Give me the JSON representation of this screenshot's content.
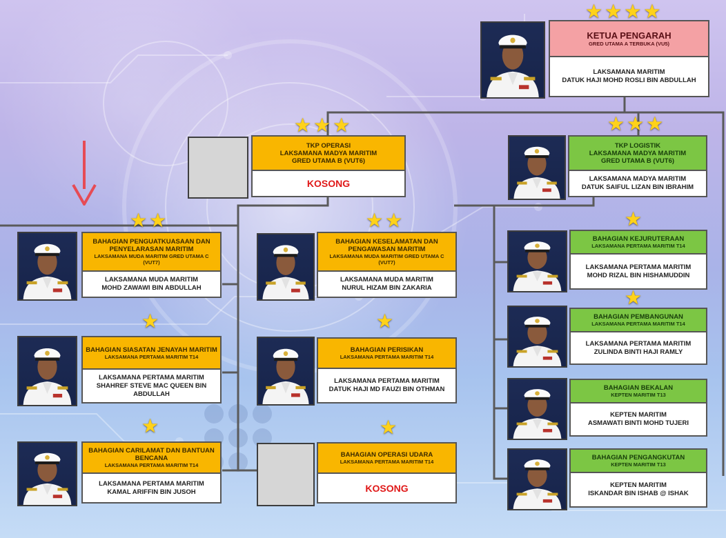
{
  "colors": {
    "gold": "#f9b600",
    "green": "#7cc644",
    "pink": "#f4a1a4",
    "kosong": "#e01818",
    "star": "#ffd21a",
    "arrow": "#e64b55"
  },
  "director": {
    "title": "KETUA  PENGARAH",
    "grade": "GRED UTAMA A TERBUKA (VU5)",
    "rank": "LAKSAMANA MARITIM",
    "name": "DATUK HAJI MOHD ROSLI BIN ABDULLAH",
    "stars": 4
  },
  "ops": {
    "title": "TKP OPERASI",
    "rank_line": "LAKSAMANA MADYA MARITIM",
    "grade": "GRED UTAMA B (VUT6)",
    "status": "KOSONG",
    "stars": 3
  },
  "logistics": {
    "title": "TKP LOGISTIK",
    "rank_line": "LAKSAMANA MADYA MARITIM",
    "grade": "GRED UTAMA B (VUT6)",
    "rank": "LAKSAMANA MADYA MARITIM",
    "name": "DATUK SAIFUL LIZAN BIN IBRAHIM",
    "stars": 3
  },
  "left_col": [
    {
      "title": "BAHAGIAN PENGUATKUASAAN DAN PENYELARASAN MARITIM",
      "grade": "LAKSAMANA MUDA MARITIM GRED UTAMA C (VUT7)",
      "rank": "LAKSAMANA MUDA MARITIM",
      "name": "MOHD ZAWAWI BIN ABDULLAH",
      "stars": 2
    },
    {
      "title": "BAHAGIAN SIASATAN JENAYAH MARITIM",
      "grade": "LAKSAMANA PERTAMA MARITIM T14",
      "rank": "LAKSAMANA PERTAMA MARITIM",
      "name": "SHAHREF STEVE MAC QUEEN BIN ABDULLAH",
      "stars": 1
    },
    {
      "title": "BAHAGIAN CARILAMAT DAN BANTUAN BENCANA",
      "grade": "LAKSAMANA PERTAMA MARITIM T14",
      "rank": "LAKSAMANA PERTAMA MARITIM",
      "name": "KAMAL ARIFFIN BIN JUSOH",
      "stars": 1
    }
  ],
  "mid_col": [
    {
      "title": "BAHAGIAN KESELAMATAN DAN PENGAWASAN MARITIM",
      "grade": "LAKSAMANA MUDA MARITIM GRED UTAMA C (VUT7)",
      "rank": "LAKSAMANA MUDA MARITIM",
      "name": "NURUL HIZAM BIN ZAKARIA",
      "stars": 2
    },
    {
      "title": "BAHAGIAN PERISIKAN",
      "grade": "LAKSAMANA PERTAMA MARITIM T14",
      "rank": "LAKSAMANA PERTAMA MARITIM",
      "name": "DATUK HAJI MD FAUZI BIN OTHMAN",
      "stars": 1
    },
    {
      "title": "BAHAGIAN OPERASI UDARA",
      "grade": "LAKSAMANA  PERTAMA  MARITIM T14",
      "status": "KOSONG",
      "stars": 1
    }
  ],
  "right_col": [
    {
      "title": "BAHAGIAN KEJURUTERAAN",
      "grade": "LAKSAMANA PERTAMA MARITIM T14",
      "rank": "LAKSAMANA PERTAMA MARITIM",
      "name": "MOHD RIZAL BIN HISHAMUDDIN",
      "stars": 1
    },
    {
      "title": "BAHAGIAN PEMBANGUNAN",
      "grade": "LAKSAMANA PERTAMA MARITIM T14",
      "rank": "LAKSAMANA PERTAMA MARITIM",
      "name": "ZULINDA BINTI HAJI RAMLY",
      "stars": 1
    },
    {
      "title": "BAHAGIAN BEKALAN",
      "grade": "KEPTEN MARITIM T13",
      "rank": "KEPTEN MARITIM",
      "name": "ASMAWATI BINTI MOHD TUJERI",
      "stars": 0
    },
    {
      "title": "BAHAGIAN PENGANGKUTAN",
      "grade": "KEPTEN MARITIM T13",
      "rank": "KEPTEN MARITIM",
      "name": "ISKANDAR BIN ISHAB @ ISHAK",
      "stars": 0
    }
  ]
}
